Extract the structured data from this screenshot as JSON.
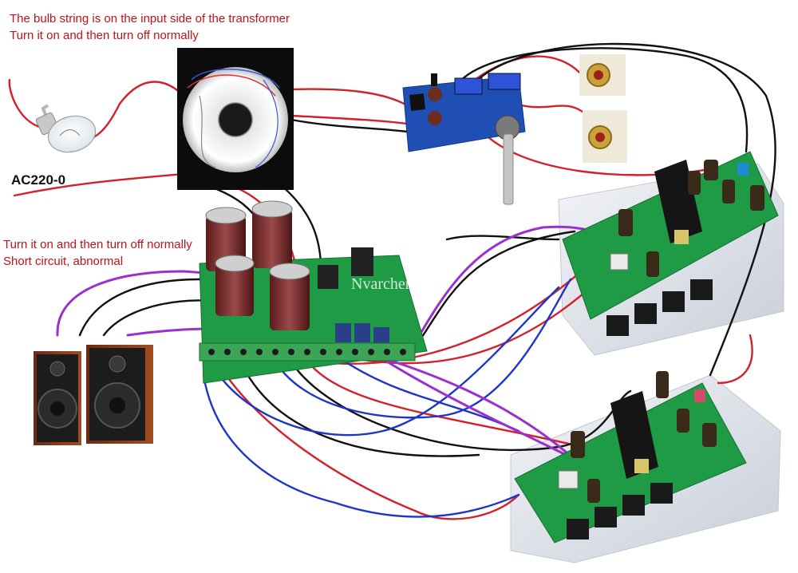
{
  "annotations": {
    "top_line1": "The bulb string is on the input side of the transformer",
    "top_line2": "Turn it on and then turn off normally",
    "mid_line1": "Turn it on and then turn off normally",
    "mid_line2": "Short circuit, abnormal",
    "ac_label": "AC220-0"
  },
  "watermark": "Nvarcher",
  "colors": {
    "annotation_text": "#c0121b",
    "wire_red": "#d3202a",
    "wire_black": "#111111",
    "wire_blue": "#1d35c9",
    "wire_purple": "#9b2fd0",
    "pcb_green": "#1f9a45",
    "pcb_blue": "#1f4fb5",
    "heatsink": "#dfe3ea"
  },
  "components": {
    "bulb": "light-bulb-icon",
    "transformer": "toroidal-transformer",
    "preamp": "tone-control-board",
    "rca": "rca-jack-icon",
    "psu": "power-supply-board",
    "speakers": "speaker-pair-icon",
    "amp": "amplifier-board"
  }
}
